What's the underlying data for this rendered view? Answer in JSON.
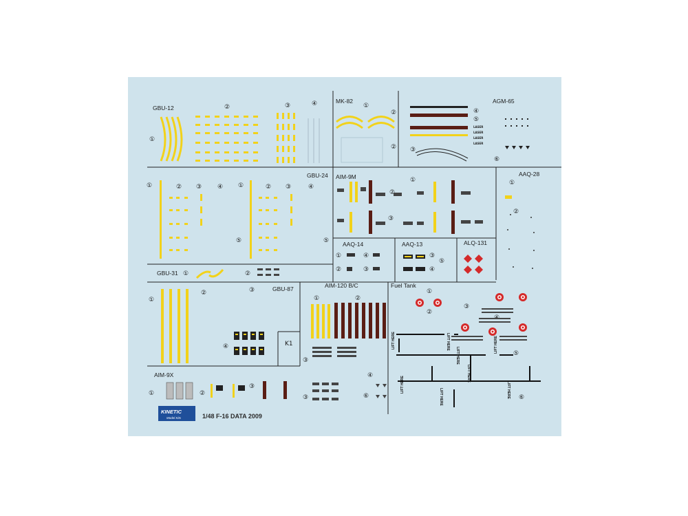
{
  "sections": {
    "gbu12": "GBU-12",
    "mk82": "MK-82",
    "agm65": "AGM-65",
    "gbu24": "GBU-24",
    "aim9m": "AIM-9M",
    "aaq28": "AAQ-28",
    "aaq14": "AAQ-14",
    "aaq13": "AAQ-13",
    "alq131": "ALQ-131",
    "gbu31": "GBU-31",
    "gbu87": "GBU-87",
    "aim120": "AIM-120 B/C",
    "fuel_tank": "Fuel Tank",
    "aim9x": "AIM-9X"
  },
  "markers": {
    "n1": "①",
    "n2": "②",
    "n3": "③",
    "n4": "④",
    "n5": "⑤",
    "n6": "⑥",
    "k1": "K1"
  },
  "agm_laser_text": "LASER",
  "lift_here": "LIFT HERE",
  "brand": {
    "name": "KINETIC",
    "sub": "Model Kits"
  },
  "footer": "1/48 F-16 DATA 2009",
  "colors": {
    "sheet": "#cfe3ec",
    "yellow": "#f2d21a",
    "brown": "#5a1d14",
    "red": "#d42a2a",
    "line": "#222222"
  }
}
